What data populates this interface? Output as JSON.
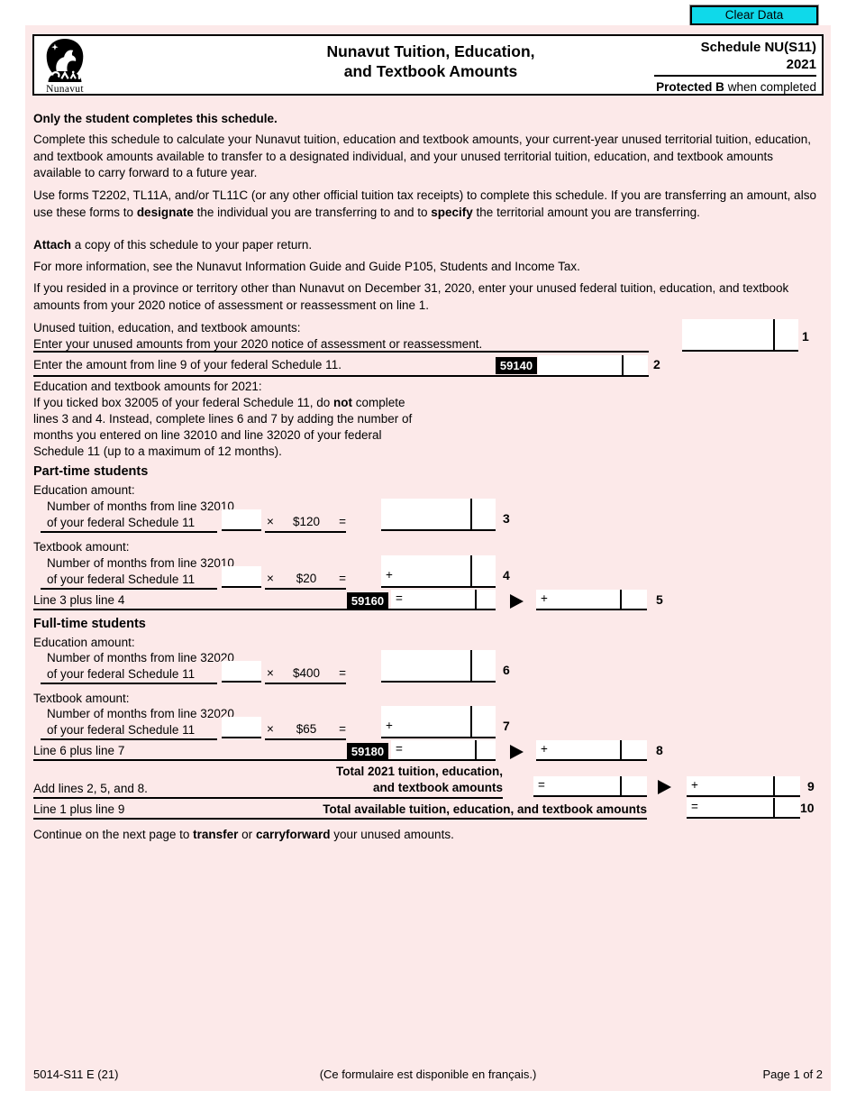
{
  "colors": {
    "sheet_pink": "#fce9e9",
    "button_cyan": "#0fd9ea"
  },
  "clear_button": {
    "label": "Clear Data"
  },
  "header": {
    "logo_caption": "Nunavut",
    "title_line1": "Nunavut Tuition, Education,",
    "title_line2": "and Textbook Amounts",
    "schedule_label": "Schedule NU(S11)",
    "year": "2021",
    "protected_bold": "Protected B",
    "protected_rest": " when completed"
  },
  "intro": {
    "only_student": "Only the student completes this schedule.",
    "p1": "Complete this schedule to calculate your Nunavut tuition, education and textbook amounts, your current-year unused territorial tuition, education, and textbook amounts available to transfer to a designated individual, and your unused territorial tuition, education, and textbook amounts available to carry forward to a future year.",
    "p2_pre": "Use forms T2202, TL11A, and/or TL11C (or any other official tuition tax receipts) to complete this schedule. If you are transferring an amount, also use these forms to ",
    "p2_bold1": "designate",
    "p2_mid": " the individual you are transferring to and to ",
    "p2_bold2": "specify",
    "p2_post": " the territorial amount you are transferring.",
    "attach_bold": "Attach",
    "attach_rest": " a copy of this schedule to your paper return.",
    "more_info": "For more information, see the Nunavut Information Guide and Guide P105, Students and Income Tax.",
    "resided": "If you resided in a province or territory other than Nunavut on December 31, 2020, enter your unused federal tuition, education, and textbook amounts from your 2020 notice of assessment or reassessment on line 1."
  },
  "form": {
    "line1": {
      "label_l1": "Unused tuition, education, and textbook amounts:",
      "label_l2": "Enter your unused amounts from your 2020 notice of assessment or reassessment.",
      "line_no": "1"
    },
    "line2": {
      "label": "Enter the amount from line 9 of your federal Schedule 11.",
      "code": "59140",
      "line_no": "2"
    },
    "note": {
      "heading": "Education and textbook amounts for 2021:",
      "l1_pre": "If you ticked box 32005 of your federal Schedule 11, do ",
      "l1_bold": "not",
      "l1_post": " complete",
      "l2": "lines 3 and 4. Instead, complete lines 6 and 7 by adding the number of",
      "l3": "months you entered on line 32010 and line 32020 of your federal",
      "l4": "Schedule 11 (up to a maximum of 12 months)."
    },
    "part_time_heading": "Part-time students",
    "full_time_heading": "Full-time students",
    "education_label": "Education amount:",
    "textbook_label": "Textbook amount:",
    "line3": {
      "label_l1": "Number of months from line 32010",
      "label_l2": "of your federal Schedule 11",
      "times": "×",
      "rate": "$120",
      "equals": "=",
      "line_no": "3"
    },
    "line4": {
      "label_l1": "Number of months from line 32010",
      "label_l2": "of your federal Schedule 11",
      "times": "×",
      "rate": "$20",
      "equals": "=",
      "plus": "+",
      "line_no": "4"
    },
    "line5": {
      "label": "Line 3 plus line 4",
      "code": "59160",
      "equals": "=",
      "plus": "+",
      "line_no": "5"
    },
    "line6": {
      "label_l1": "Number of months from line 32020",
      "label_l2": "of your federal Schedule 11",
      "times": "×",
      "rate": "$400",
      "equals": "=",
      "line_no": "6"
    },
    "line7": {
      "label_l1": "Number of months from line 32020",
      "label_l2": "of your federal Schedule 11",
      "times": "×",
      "rate": "$65",
      "equals": "=",
      "plus": "+",
      "line_no": "7"
    },
    "line8": {
      "label": "Line 6 plus line 7",
      "code": "59180",
      "equals": "=",
      "plus": "+",
      "line_no": "8"
    },
    "line9": {
      "label": "Add lines 2, 5, and 8.",
      "bold_l1": "Total 2021 tuition, education,",
      "bold_l2": "and textbook amounts",
      "equals": "=",
      "plus": "+",
      "line_no": "9"
    },
    "line10": {
      "label": "Line 1 plus line 9",
      "bold": "Total available tuition, education, and textbook amounts",
      "equals": "=",
      "line_no": "10"
    },
    "continue_pre": "Continue on the next page to ",
    "continue_bold1": "transfer",
    "continue_mid": " or ",
    "continue_bold2": "carryforward",
    "continue_post": " your unused amounts."
  },
  "footer": {
    "left": "5014-S11 E (21)",
    "center": "(Ce formulaire est disponible en français.)",
    "right": "Page 1 of 2"
  }
}
